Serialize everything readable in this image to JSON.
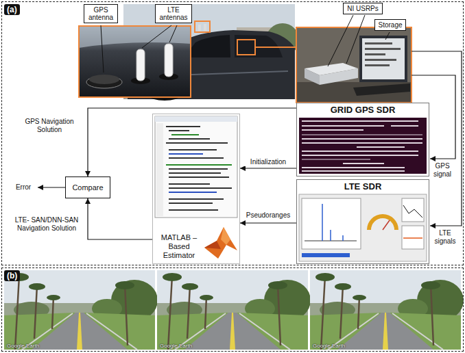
{
  "diagram": {
    "nodes": [
      {
        "text": [
          "(a)"
        ]
      },
      {
        "text": [
          "GPS antenna"
        ],
        "in": 0
      },
      {
        "text": [
          "LTE antennas"
        ],
        "in": 0
      },
      {
        "text": [
          "NI USRPs"
        ],
        "in": 0
      },
      {
        "text": [
          "Storage"
        ],
        "in": 0
      },
      {
        "text": [
          "GRID GPS SDR"
        ],
        "in": 0
      },
      {
        "text": [
          "MATLAB – Based Estimator"
        ],
        "in": 0
      },
      {
        "text": [
          "Compare"
        ],
        "in": 0
      },
      {
        "text": [
          "LTE SDR"
        ],
        "in": 0
      },
      {
        "text": [
          "(b)"
        ]
      }
    ],
    "edges": [
      {
        "from": 5,
        "to": 6,
        "label": "Initialization",
        "arrow": "to"
      },
      {
        "from": 5,
        "to": 7,
        "label": "GPS Navigation Solution",
        "arrow": "to"
      },
      {
        "from": 6,
        "to": 7,
        "label": "LTE- SAN/DNN-SAN Navigation Solution",
        "arrow": "to"
      },
      {
        "from": 8,
        "to": 6,
        "label": "Pseudoranges",
        "arrow": "to"
      }
    ],
    "labels": [
      "Error",
      "GPS signal",
      "LTE signals",
      "Google Earth",
      "Google Earth",
      "Google Earth"
    ]
  }
}
